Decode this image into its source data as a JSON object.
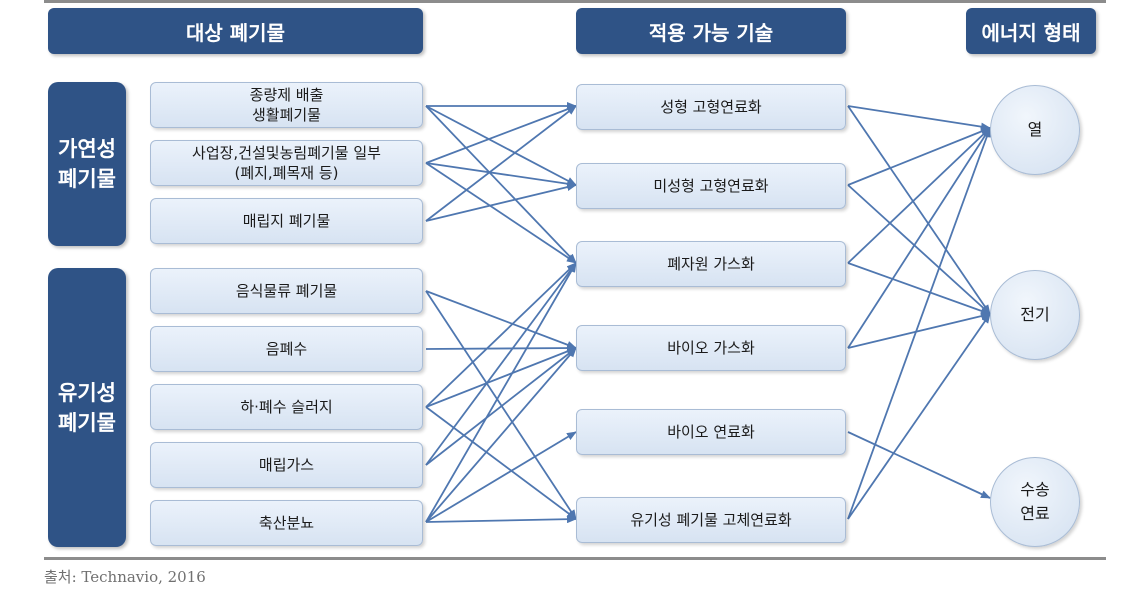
{
  "headers": {
    "waste": "대상 폐기물",
    "tech": "적용 가능 기술",
    "energy": "에너지 형태"
  },
  "categories": {
    "combustible": [
      "가연성",
      "폐기물"
    ],
    "organic": [
      "유기성",
      "폐기물"
    ]
  },
  "wastes": [
    [
      "종량제 배출",
      "생활폐기물"
    ],
    [
      "사업장,건설및농림폐기물 일부",
      "(폐지,폐목재 등)"
    ],
    [
      "매립지 폐기물"
    ],
    [
      "음식물류 폐기물"
    ],
    [
      "음폐수"
    ],
    [
      "하·폐수 슬러지"
    ],
    [
      "매립가스"
    ],
    [
      "축산분뇨"
    ]
  ],
  "technologies": [
    "성형 고형연료화",
    "미성형 고형연료화",
    "폐자원 가스화",
    "바이오 가스화",
    "바이오 연료화",
    "유기성 폐기물 고체연료화"
  ],
  "energies": [
    [
      "열"
    ],
    [
      "전기"
    ],
    [
      "수송",
      "연료"
    ]
  ],
  "links_waste_to_tech": [
    [
      0,
      0
    ],
    [
      0,
      1
    ],
    [
      0,
      2
    ],
    [
      1,
      0
    ],
    [
      1,
      1
    ],
    [
      1,
      2
    ],
    [
      2,
      0
    ],
    [
      2,
      1
    ],
    [
      3,
      3
    ],
    [
      3,
      5
    ],
    [
      4,
      3
    ],
    [
      5,
      2
    ],
    [
      5,
      3
    ],
    [
      5,
      5
    ],
    [
      6,
      2
    ],
    [
      6,
      3
    ],
    [
      7,
      2
    ],
    [
      7,
      3
    ],
    [
      7,
      4
    ],
    [
      7,
      5
    ]
  ],
  "links_tech_to_energy": [
    [
      0,
      0
    ],
    [
      0,
      1
    ],
    [
      1,
      0
    ],
    [
      1,
      1
    ],
    [
      2,
      0
    ],
    [
      2,
      1
    ],
    [
      3,
      0
    ],
    [
      3,
      1
    ],
    [
      4,
      2
    ],
    [
      5,
      0
    ],
    [
      5,
      1
    ]
  ],
  "colors": {
    "header": "#2f5386",
    "arrow": "#4f77b0"
  },
  "source": "출처: Technavio, 2016"
}
